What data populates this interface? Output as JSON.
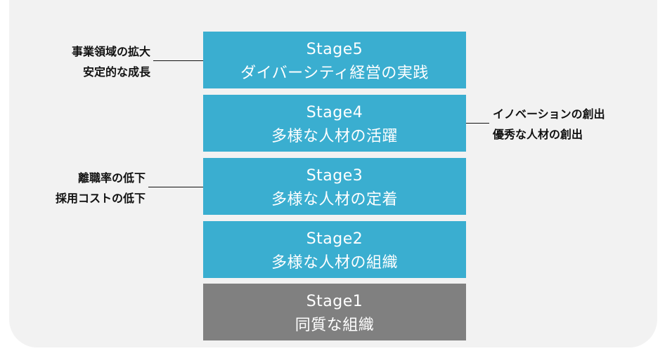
{
  "stages": [
    {
      "title": "Stage5",
      "subtitle": "ダイバーシティ経営の実践",
      "color": "#3aaed0"
    },
    {
      "title": "Stage4",
      "subtitle": "多様な人材の活躍",
      "color": "#3aaed0"
    },
    {
      "title": "Stage3",
      "subtitle": "多様な人材の定着",
      "color": "#3aaed0"
    },
    {
      "title": "Stage2",
      "subtitle": "多様な人材の組織",
      "color": "#3aaed0"
    },
    {
      "title": "Stage1",
      "subtitle": "同質な組織",
      "color": "#808080"
    }
  ],
  "annotations": {
    "stage5_left": {
      "line1": "事業領域の拡大",
      "line2": "安定的な成長"
    },
    "stage4_right": {
      "line1": "イノベーションの創出",
      "line2": "優秀な人材の創出"
    },
    "stage3_left": {
      "line1": "離職率の低下",
      "line2": "採用コストの低下"
    }
  }
}
